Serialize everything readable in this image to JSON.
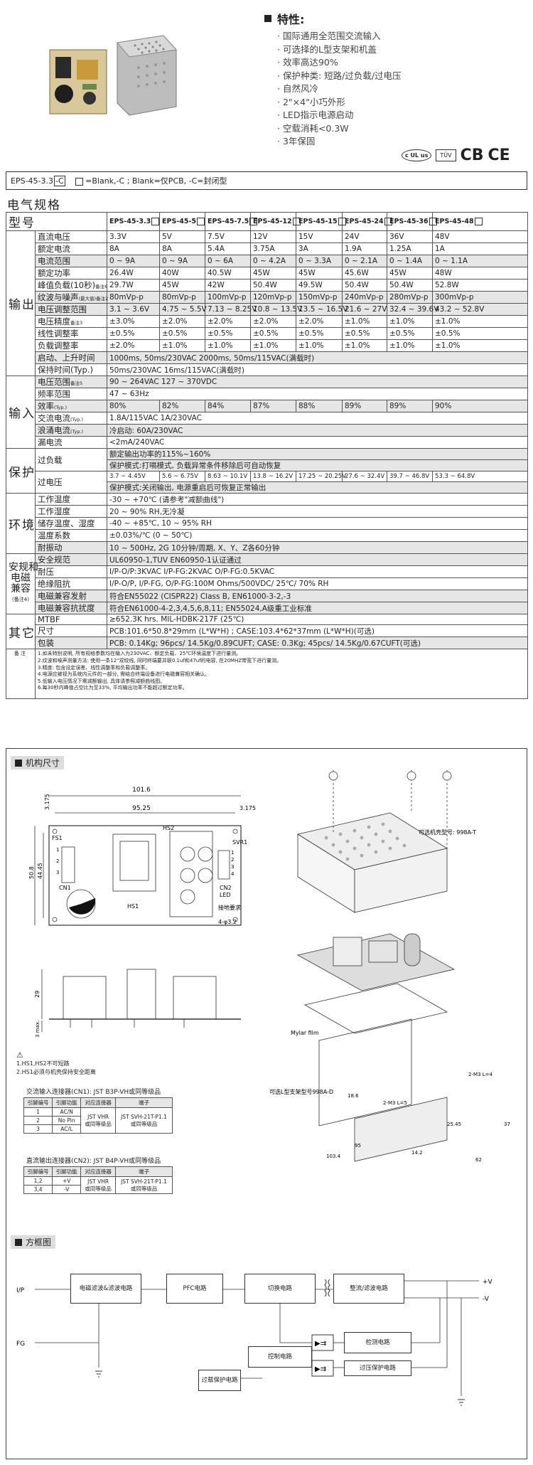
{
  "features": {
    "title": "特性:",
    "items": [
      "国际通用全范围交流输入",
      "可选择的L型支架和机盖",
      "效率高达90%",
      "保护种类: 短路/过负载/过电压",
      "自然风冷",
      "2\"×4\"小巧外形",
      "LED指示电源启动",
      "空载消耗<0.3W",
      "3年保固"
    ]
  },
  "certs": {
    "ul": "c UL us",
    "tuv": "TÜV",
    "cb": "CB",
    "ce": "CE"
  },
  "model_bar": {
    "model": "EPS-45-3.3",
    "suffix": "-C",
    "desc": "=Blank,-C ; Blank=仅PCB, -C=封闭型"
  },
  "spec": {
    "section_title": "电气规格",
    "type_label": "型号",
    "models": [
      "EPS-45-3.3",
      "EPS-45-5",
      "EPS-45-7.5",
      "EPS-45-12",
      "EPS-45-15",
      "EPS-45-24",
      "EPS-45-36",
      "EPS-45-48"
    ],
    "output": {
      "group": "输出",
      "rows": [
        {
          "label": "直流电压",
          "note": "",
          "shade": false,
          "cells": [
            "3.3V",
            "5V",
            "7.5V",
            "12V",
            "15V",
            "24V",
            "36V",
            "48V"
          ]
        },
        {
          "label": "额定电流",
          "note": "",
          "shade": false,
          "cells": [
            "8A",
            "8A",
            "5.4A",
            "3.75A",
            "3A",
            "1.9A",
            "1.25A",
            "1A"
          ]
        },
        {
          "label": "电流范围",
          "note": "",
          "shade": true,
          "cells": [
            "0 ~ 9A",
            "0 ~ 9A",
            "0 ~ 6A",
            "0 ~ 4.2A",
            "0 ~ 3.3A",
            "0 ~ 2.1A",
            "0 ~ 1.4A",
            "0 ~ 1.1A"
          ]
        },
        {
          "label": "额定功率",
          "note": "",
          "shade": false,
          "cells": [
            "26.4W",
            "40W",
            "40.5W",
            "45W",
            "45W",
            "45.6W",
            "45W",
            "48W"
          ]
        },
        {
          "label": "峰值负载(10秒)",
          "note": "备注6",
          "shade": false,
          "cells": [
            "29.7W",
            "45W",
            "42W",
            "50.4W",
            "49.5W",
            "50.4W",
            "50.4W",
            "52.8W"
          ]
        },
        {
          "label": "纹波与噪声",
          "note": "(最大值)备注2",
          "shade": true,
          "cells": [
            "80mVp-p",
            "80mVp-p",
            "100mVp-p",
            "120mVp-p",
            "150mVp-p",
            "240mVp-p",
            "280mVp-p",
            "300mVp-p"
          ]
        },
        {
          "label": "电压调整范围",
          "note": "",
          "shade": true,
          "cells": [
            "3.1 ~ 3.6V",
            "4.75 ~ 5.5V",
            "7.13 ~ 8.25V",
            "10.8 ~ 13.5V",
            "13.5 ~ 16.5V",
            "21.6 ~ 27V",
            "32.4 ~ 39.6V",
            "43.2 ~ 52.8V"
          ]
        },
        {
          "label": "电压精度",
          "note": "备注3",
          "shade": false,
          "cells": [
            "±3.0%",
            "±2.0%",
            "±2.0%",
            "±2.0%",
            "±2.0%",
            "±1.0%",
            "±1.0%",
            "±1.0%"
          ]
        },
        {
          "label": "线性调整率",
          "note": "",
          "shade": false,
          "cells": [
            "±0.5%",
            "±0.5%",
            "±0.5%",
            "±0.5%",
            "±0.5%",
            "±0.5%",
            "±0.5%",
            "±0.5%"
          ]
        },
        {
          "label": "负载调整率",
          "note": "",
          "shade": false,
          "cells": [
            "±2.0%",
            "±1.0%",
            "±1.0%",
            "±1.0%",
            "±1.0%",
            "±1.0%",
            "±1.0%",
            "±1.0%"
          ]
        }
      ],
      "startup_label": "启动、上升时间",
      "startup_value": "1000ms, 50ms/230VAC        2000ms, 50ms/115VAC(满载时)",
      "hold_label": "保持时间(Typ.)",
      "hold_value": "50ms/230VAC        16ms/115VAC(满载时)"
    },
    "input": {
      "group": "输入",
      "voltage_label": "电压范围",
      "voltage_note": "备注5",
      "voltage_value": "90 ~ 264VAC        127 ~ 370VDC",
      "freq_label": "频率范围",
      "freq_value": "47 ~ 63Hz",
      "eff_label": "效率",
      "eff_note": "(Typ.)",
      "eff_cells": [
        "80%",
        "82%",
        "84%",
        "87%",
        "88%",
        "89%",
        "89%",
        "90%"
      ],
      "ac_label": "交流电流",
      "ac_note": "(Typ.)",
      "ac_value": "1.8A/115VAC        1A/230VAC",
      "inrush_label": "浪涌电流",
      "inrush_note": "(Typ.)",
      "inrush_value": "冷启动: 60A/230VAC",
      "leak_label": "漏电流",
      "leak_value": "<2mA/240VAC"
    },
    "protection": {
      "group": "保护",
      "ol_label": "过负载",
      "ol_line1": "额定输出功率的115%~160%",
      "ol_line2": "保护模式:打嗝模式, 负载异常条件移除后可自动恢复",
      "ov_label": "过电压",
      "ov_cells": [
        "3.7 ~ 4.45V",
        "5.6 ~ 6.75V",
        "8.63 ~ 10.1V",
        "13.8 ~ 16.2V",
        "17.25 ~ 20.25V",
        "27.6 ~ 32.4V",
        "39.7 ~ 46.8V",
        "53.3 ~ 64.8V"
      ],
      "ov_line2": "保护模式:关闭输出, 电源重启后可恢复正常输出"
    },
    "environment": {
      "group": "环境",
      "rows": [
        {
          "label": "工作温度",
          "value": "-30 ~ +70℃ (请参考\"减额曲线\")",
          "shade": false
        },
        {
          "label": "工作湿度",
          "value": "20 ~ 90% RH,无冷凝",
          "shade": false
        },
        {
          "label": "储存温度、湿度",
          "value": "-40 ~ +85℃, 10 ~ 95% RH",
          "shade": false
        },
        {
          "label": "温度系数",
          "value": "±0.03%/℃ (0 ~ 50℃)",
          "shade": false
        },
        {
          "label": "耐振动",
          "value": "10 ~ 500Hz, 2G 10分钟/周期, X、Y、Z各60分钟",
          "shade": true
        }
      ]
    },
    "safety": {
      "group_line1": "安规和",
      "group_line2": "电磁",
      "group_line3": "兼容",
      "group_note": "(备注4)",
      "rows": [
        {
          "label": "安全规范",
          "value": "UL60950-1,TUV EN60950-1认证通过",
          "shade": true
        },
        {
          "label": "耐压",
          "value": "I/P-O/P:3KVAC    I/P-FG:2KVAC    O/P-FG:0.5KVAC",
          "shade": false
        },
        {
          "label": "绝缘阻抗",
          "value": "I/P-O/P, I/P-FG, O/P-FG:100M Ohms/500VDC/ 25℃/ 70% RH",
          "shade": false
        },
        {
          "label": "电磁兼容发射",
          "value": "符合EN55022 (CISPR22) Class B, EN61000-3-2,-3",
          "shade": true
        },
        {
          "label": "电磁兼容抗扰度",
          "value": "符合EN61000-4-2,3,4,5,6,8,11; EN55024,A级重工业标准",
          "shade": true
        }
      ]
    },
    "others": {
      "group": "其它",
      "rows": [
        {
          "label": "MTBF",
          "value": "≥652.3K hrs.  MIL-HDBK-217F (25℃)",
          "shade": false
        },
        {
          "label": "尺寸",
          "value": "PCB:101.6*50.8*29mm (L*W*H) ; CASE:103.4*62*37mm (L*W*H)(可选)",
          "shade": false
        },
        {
          "label": "包装",
          "value": "PCB: 0.14Kg; 96pcs/ 14.5Kg/0.89CUFT; CASE: 0.3Kg; 45pcs/ 14.5Kg/0.67CUFT(可选)",
          "shade": true
        }
      ]
    },
    "notes": {
      "group": "备注",
      "lines": [
        "1.如未特别说明, 所有规格参数均在输入为230VAC、额定负载、25℃环境温度下进行量测。",
        "2.纹波和噪声测量方法: 使用一条12\"双绞线, 同时终端要并联0.1uf和47uf的电容, 在20MHZ带宽下进行量测。",
        "3.精度: 包含设定误差、线性调整率和负载调整率。",
        "4.电源应被视为系统内元件的一部分, 需结合终端设备进行电磁兼容相关确认。",
        "5.低输入电压情况下需减额输出, 具体请参照减额曲线图。",
        "6.每30秒内峰值占空比为至33%, 平均输出功率不能超过额定功率。"
      ]
    }
  },
  "mech": {
    "title": "机构尺寸",
    "dims": {
      "d1016": "101.6",
      "d9525": "95.25",
      "d3175a": "3.175",
      "d3175b": "3.175",
      "d508": "50.8",
      "d4445": "44.45",
      "d29": "29",
      "d3max": "3 max.",
      "hole": "4-φ3.2"
    },
    "labels": {
      "fs1": "FS1",
      "cn1": "CN1",
      "hs1": "HS1",
      "hs2": "HS2",
      "svr1": "SVR1",
      "cn2": "CN2",
      "led": "LED",
      "ground": "接地要求",
      "pin1": "1",
      "pin2": "2",
      "pin3": "3",
      "pout1": "1",
      "pout2": "2",
      "pout3": "3",
      "pout4": "4"
    },
    "hs_notes": [
      "1.HS1,HS2不可短路",
      "2.HS1必须与机壳保持安全距离"
    ],
    "case_label": "可选机壳型号: 998A-T",
    "bracket_label": "可选L型支架型号998A-D",
    "mylar": "Mylar film",
    "exp_dims": {
      "m3l4": "2-M3 L=4",
      "m3l5": "2-M3 L=5",
      "d95": "95",
      "d1034": "103.4",
      "d62": "62",
      "d37": "37",
      "d186": "18.6",
      "d2545": "25.45",
      "d142": "14.2"
    },
    "cn1": {
      "title": "交流输入连接器(CN1): JST B3P-VH或同等级品",
      "headers": [
        "引脚编号",
        "引脚功能",
        "对应连接器",
        "端子"
      ],
      "rows": [
        [
          "1",
          "AC/N"
        ],
        [
          "2",
          "No Pin"
        ],
        [
          "3",
          "AC/L"
        ]
      ],
      "mating": "JST VHR\n或同等级品",
      "terminal": "JST SVH-21T-P1.1\n或同等级品"
    },
    "cn2": {
      "title": "直流输出连接器(CN2): JST B4P-VH或同等级品",
      "headers": [
        "引脚编号",
        "引脚功能",
        "对应连接器",
        "端子"
      ],
      "rows": [
        [
          "1,2",
          "+V"
        ],
        [
          "3,4",
          "-V"
        ]
      ],
      "mating": "JST VHR\n或同等级品",
      "terminal": "JST SVH-21T-P1.1\n或同等级品"
    }
  },
  "block": {
    "title": "方框图",
    "ip": "I/P",
    "fg": "FG",
    "emi": "电磁滤波&滤波电路",
    "pfc": "PFC电路",
    "switch": "切换电路",
    "rect": "整流/滤波电路",
    "ocp": "过载保护电路",
    "ctrl": "控制电路",
    "detect": "检测电路",
    "ovp": "过压保护电路",
    "vplus": "+V",
    "vminus": "-V"
  }
}
